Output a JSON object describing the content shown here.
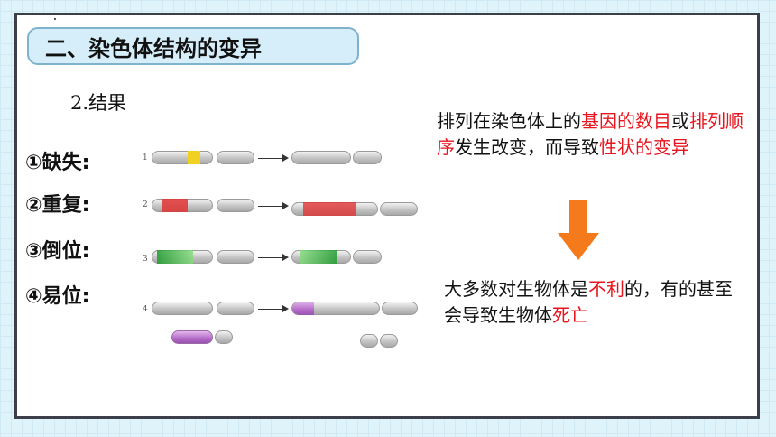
{
  "title": "二、染色体结构的变异",
  "subheading": "2.结果",
  "labels": [
    "①缺失:",
    "②重复:",
    "③倒位:",
    "④易位:"
  ],
  "diagram": {
    "row_numbers": [
      "1",
      "2",
      "3",
      "4"
    ],
    "colors": {
      "yellow": "#f0d020",
      "red": "#e03434",
      "green": "#3fbf3f",
      "purple": "#b46ac8"
    }
  },
  "explanation": {
    "part1": "排列在染色体上的",
    "part2": "基因的数目",
    "part3": "或",
    "part4": "排列顺序",
    "part5": "发生改变，而导致",
    "part6": "性状的变异"
  },
  "consequence": {
    "part1": "大多数对生物体是",
    "part2": "不利",
    "part3": "的，有的甚至会导致生物体",
    "part4": "死亡"
  },
  "accent_colors": {
    "highlight_red": "#e8141e",
    "arrow_orange": "#f47a1c"
  }
}
